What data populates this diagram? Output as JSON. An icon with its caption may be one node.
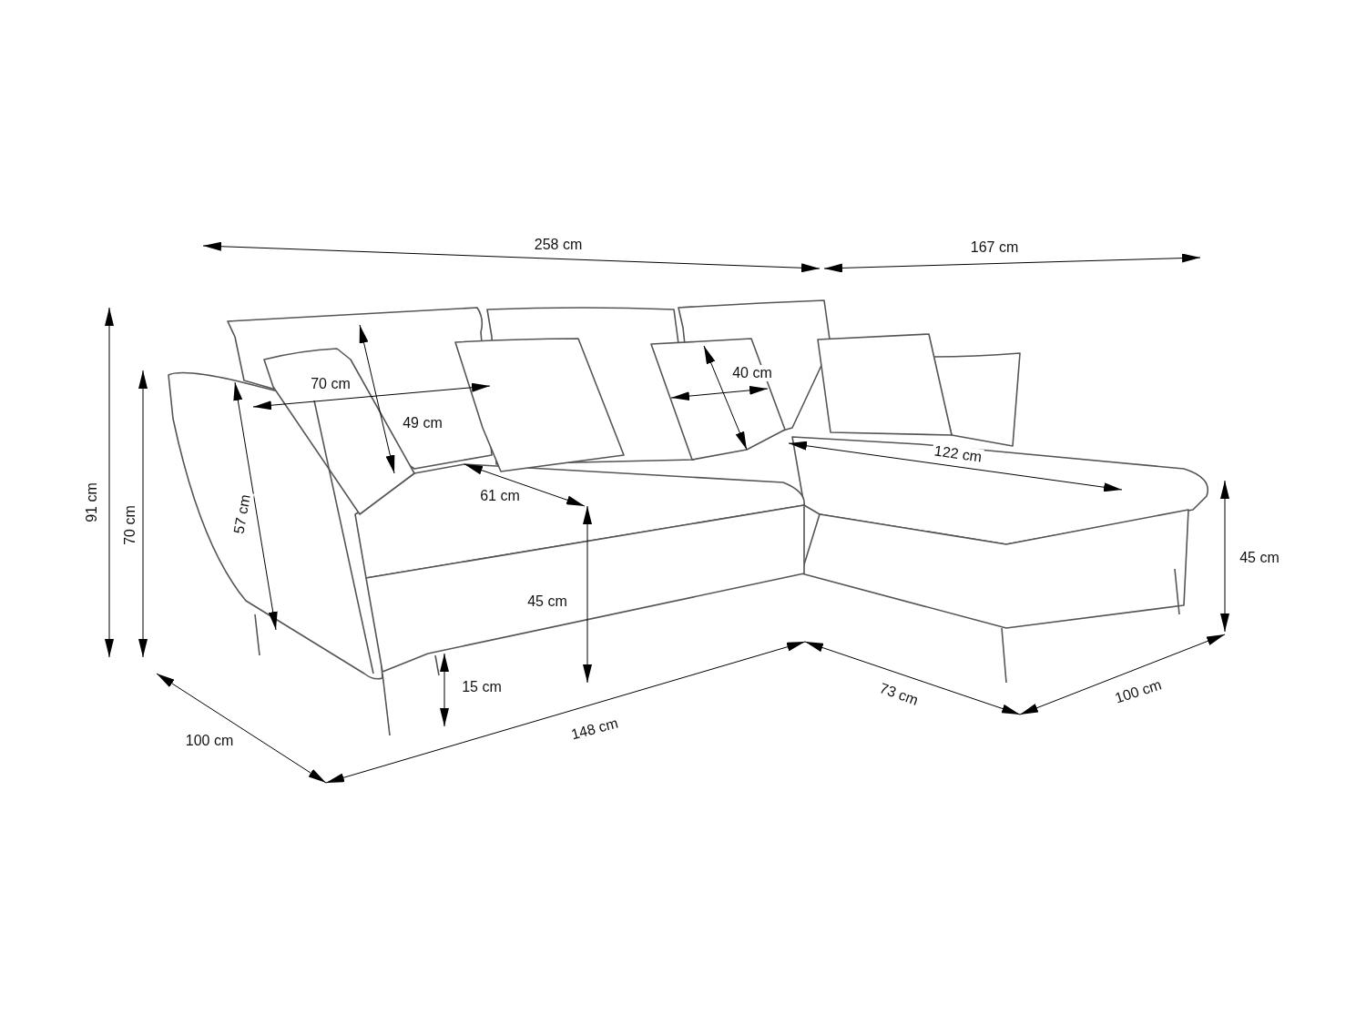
{
  "diagram": {
    "labels": [
      "258 cm",
      "167 cm",
      "40 cm",
      "70 cm",
      "49 cm",
      "122 cm",
      "61 cm",
      "57 cm",
      "91 cm",
      "70 cm",
      "45 cm",
      "45 cm",
      "15 cm",
      "73 cm",
      "100 cm",
      "148 cm",
      "100 cm"
    ]
  }
}
